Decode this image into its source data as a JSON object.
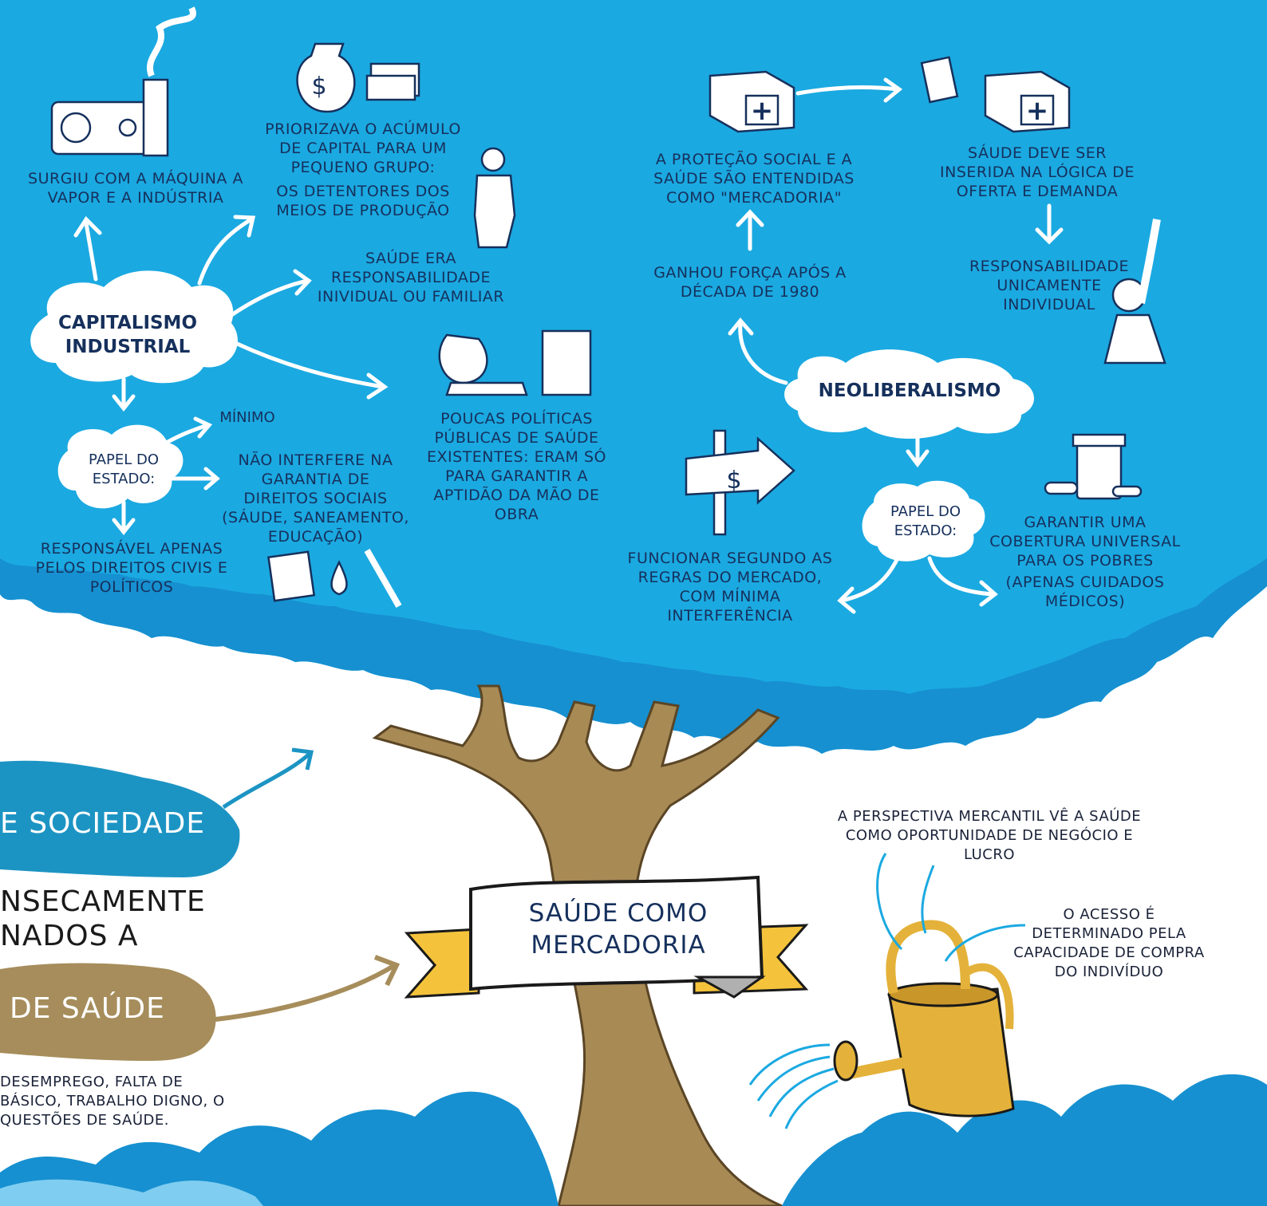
{
  "capitalismo": {
    "title": "CAPITALISMO INDUSTRIAL",
    "surgiu": "SURGIU COM A MÁQUINA A VAPOR E A INDÚSTRIA",
    "priorizava_1": "PRIORIZAVA O ACÚMULO DE CAPITAL PARA UM PEQUENO GRUPO:",
    "priorizava_2": "OS DETENTORES DOS MEIOS DE PRODUÇÃO",
    "saude_resp": "SAÚDE ERA RESPONSABILIDADE INIVIDUAL OU FAMILIAR",
    "poucas": "POUCAS POLÍTICAS PÚBLICAS DE SAÚDE EXISTENTES: ERAM SÓ PARA GARANTIR A APTIDÃO DA MÃO DE OBRA",
    "papel": "PAPEL DO ESTADO:",
    "minimo": "MÍNIMO",
    "nao_interfere": "NÃO INTERFERE NA GARANTIA DE DIREITOS SOCIAIS (SÁUDE, SANEAMENTO, EDUCAÇÃO)",
    "responsavel": "RESPONSÁVEL APENAS PELOS DIREITOS CIVIS E POLÍTICOS"
  },
  "neoliberalismo": {
    "title": "NEOLIBERALISMO",
    "protecao": "A PROTEÇÃO SOCIAL E A SAÚDE SÃO ENTENDIDAS COMO \"MERCADORIA\"",
    "saude_oferta": "SÁUDE DEVE SER INSERIDA NA LÓGICA DE OFERTA E DEMANDA",
    "responsabilidade": "RESPONSABILIDADE UNICAMENTE INDIVIDUAL",
    "ganhou": "GANHOU FORÇA APÓS A DÉCADA DE 1980",
    "papel": "PAPEL DO ESTADO:",
    "funcionar": "FUNCIONAR SEGUNDO AS REGRAS DO MERCADO, COM MÍNIMA INTERFERÊNCIA",
    "garantir": "GARANTIR UMA COBERTURA UNIVERSAL PARA OS POBRES",
    "apenas": "(APENAS CUIDADOS MÉDICOS)"
  },
  "bottom": {
    "sociedade": "E SOCIEDADE",
    "insecamente": "NSECAMENTE",
    "nados": "NADOS A",
    "de_saude": "DE SAÚDE",
    "footnote": "DESEMPREGO, FALTA DE BÁSICO, TRABALHO DIGNO, O QUESTÕES DE SAÚDE.",
    "banner": "SAÚDE COMO MERCADORIA",
    "perspectiva": "A PERSPECTIVA MERCANTIL VÊ A SAÚDE COMO OPORTUNIDADE DE NEGÓCIO E LUCRO",
    "acesso": "O ACESSO É DETERMINADO PELA CAPACIDADE DE COMPRA DO INDIVÍDUO"
  },
  "icons": {
    "dollar": "$",
    "plus": "+",
    "year": "1980"
  },
  "colors": {
    "sky": "#1ba9e1",
    "leaves": "#1690d0",
    "leaves_dark": "#0f73b3",
    "trunk": "#a88a55",
    "teal_band": "#1c94c3",
    "tan_band": "#a68d5b",
    "can": "#e4b23a",
    "navy": "#16305c"
  }
}
